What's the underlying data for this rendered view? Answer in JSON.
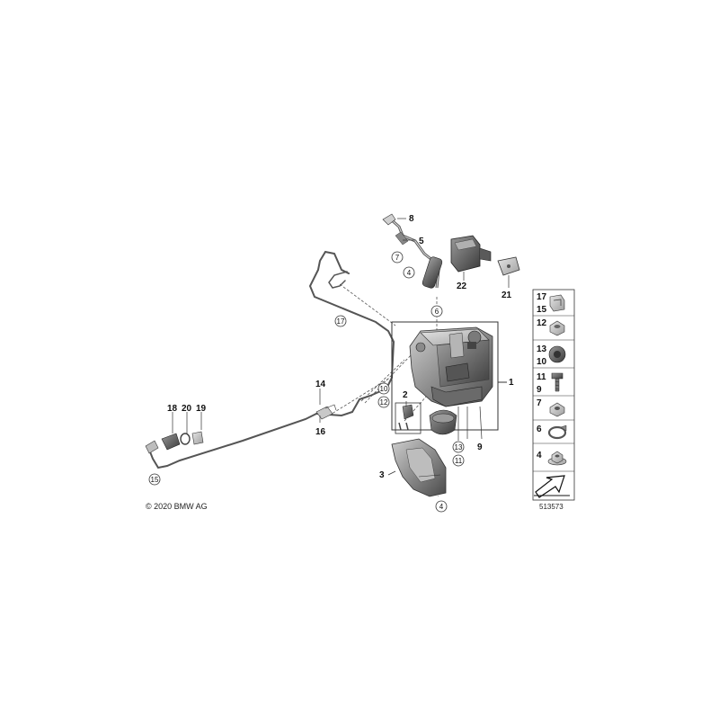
{
  "copyright": "© 2020 BMW AG",
  "drawing_id": "513573",
  "labels": {
    "n1": "1",
    "n2": "2",
    "n3": "3",
    "n5": "5",
    "n8": "8",
    "n9": "9",
    "n14": "14",
    "n16": "16",
    "n18": "18",
    "n19": "19",
    "n20": "20",
    "n21": "21",
    "n22": "22"
  },
  "circled": {
    "c4a": "4",
    "c4b": "4",
    "c6": "6",
    "c7": "7",
    "c10": "10",
    "c11": "11",
    "c12": "12",
    "c13": "13",
    "c15": "15",
    "c17": "17"
  },
  "legend": {
    "rows": [
      {
        "top": "17",
        "bottom": "15",
        "icon": "clip-icon"
      },
      {
        "top": "12",
        "bottom": "",
        "icon": "nut-icon"
      },
      {
        "top": "13",
        "bottom": "10",
        "icon": "grommet-icon"
      },
      {
        "top": "11",
        "bottom": "9",
        "icon": "screw-icon"
      },
      {
        "top": "7",
        "bottom": "",
        "icon": "collar-nut-icon"
      },
      {
        "top": "6",
        "bottom": "",
        "icon": "hose-clamp-icon"
      },
      {
        "top": "4",
        "bottom": "",
        "icon": "flange-nut-icon"
      },
      {
        "top": "",
        "bottom": "",
        "icon": "direction-arrow-icon"
      }
    ]
  }
}
